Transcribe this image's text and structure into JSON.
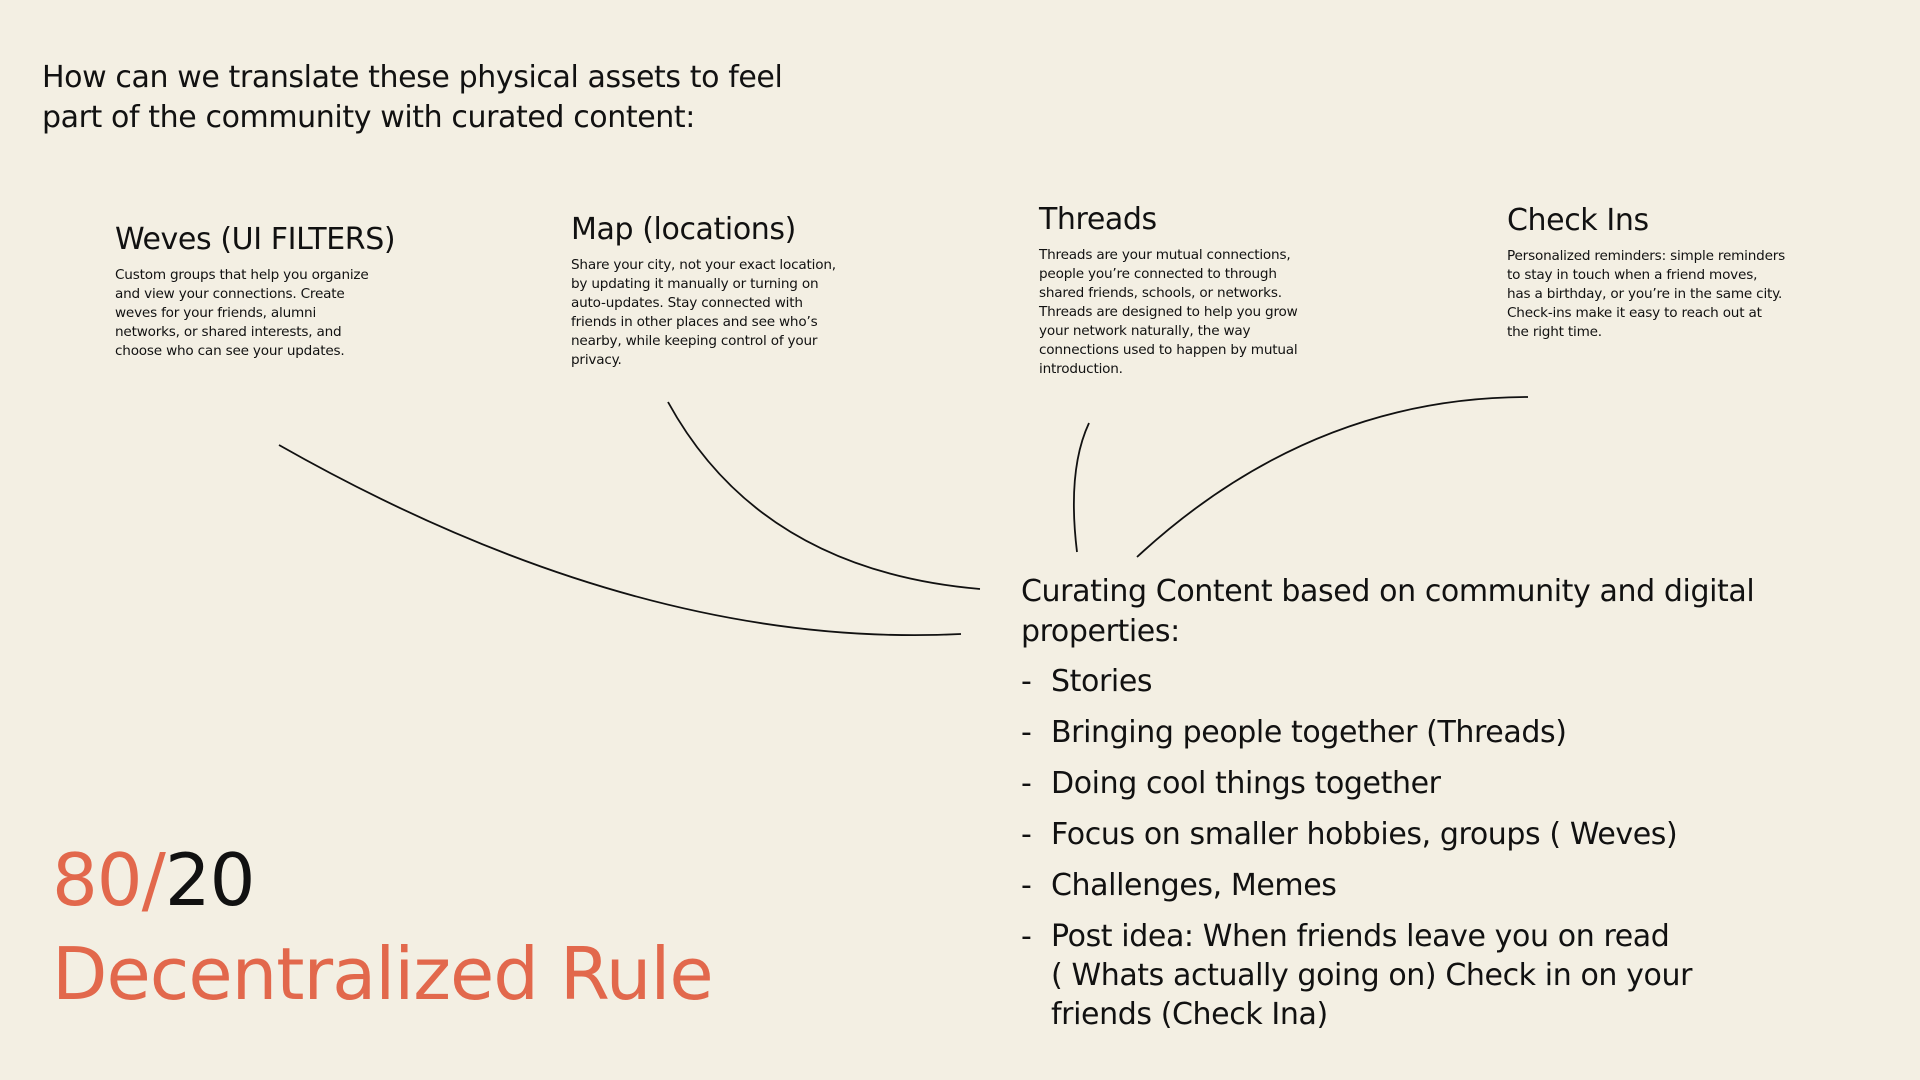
{
  "intro": {
    "line1": "How can we translate these physical assets to feel",
    "line2": "part of the community with curated content:"
  },
  "cards": {
    "weves": {
      "title": "Weves (UI FILTERS)",
      "desc": [
        "Custom groups that help you organize",
        "and view your connections. Create",
        "weves for your friends, alumni",
        "networks, or shared interests, and",
        "choose who can see your updates."
      ]
    },
    "map": {
      "title": "Map (locations)",
      "desc": [
        "Share your city, not your exact location,",
        "by updating it manually or turning on",
        "auto-updates. Stay connected with",
        "friends in other places and see who’s",
        "nearby, while keeping control of your",
        "privacy."
      ]
    },
    "threads": {
      "title": "Threads",
      "desc": [
        "Threads are your mutual connections,",
        "people you’re connected to through",
        "shared friends, schools, or networks.",
        "Threads are designed to help you grow",
        "your network naturally, the way",
        "connections used to happen by mutual",
        "introduction."
      ]
    },
    "checkins": {
      "title": "Check Ins",
      "desc": [
        "Personalized reminders: simple reminders",
        "to stay in touch when a friend moves,",
        "has a birthday, or you’re in the same city.",
        "Check-ins make it easy to reach out at",
        "the right time."
      ]
    }
  },
  "curating": {
    "title_line1": "Curating Content based on community and digital",
    "title_line2": "properties:",
    "dash": "-",
    "items": [
      [
        "Stories"
      ],
      [
        "Bringing people together (Threads)"
      ],
      [
        "Doing cool things together"
      ],
      [
        "Focus on smaller hobbies, groups ( Weves)"
      ],
      [
        "Challenges, Memes"
      ],
      [
        "Post idea: When friends leave you on read",
        "( Whats actually going on)  Check in on your",
        "friends (Check Ina)"
      ]
    ]
  },
  "ratio": {
    "accent": "80/",
    "dark": "20"
  },
  "rule_title": "Decentralized Rule",
  "colors": {
    "background": "#f3efe3",
    "accent": "#e2684c",
    "text": "#111111"
  }
}
